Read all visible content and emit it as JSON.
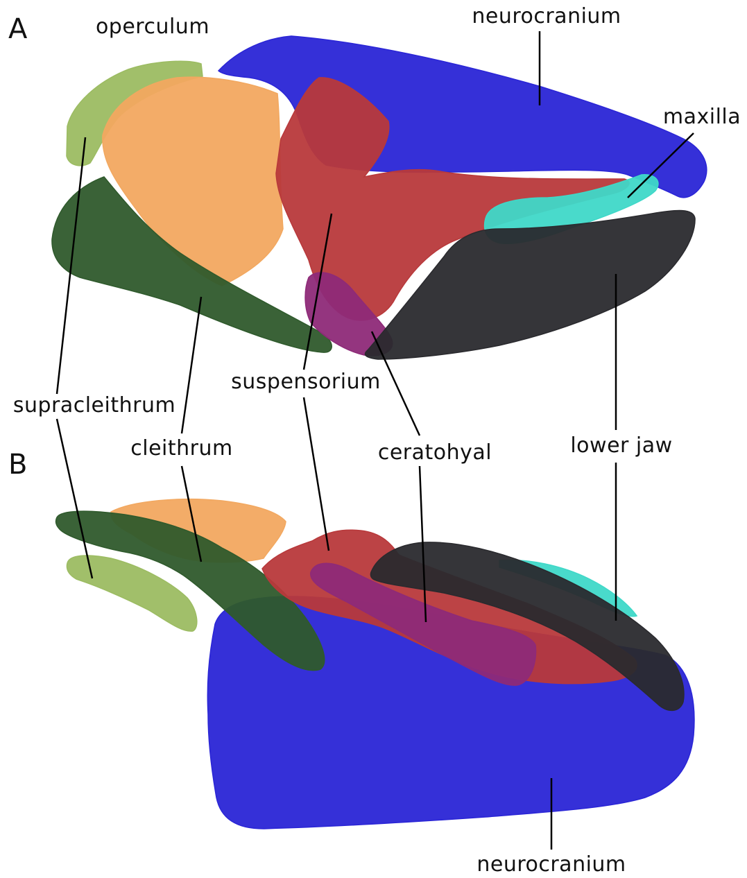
{
  "panels": {
    "a": "A",
    "b": "B"
  },
  "labels": {
    "operculum": "operculum",
    "neurocranium_top": "neurocranium",
    "maxilla": "maxilla",
    "suspensorium": "suspensorium",
    "supracleithrum": "supracleithrum",
    "cleithrum": "cleithrum",
    "ceratohyal": "ceratohyal",
    "lower_jaw": "lower jaw",
    "neurocranium_bottom": "neurocranium"
  },
  "colors": {
    "neurocranium": "#2a25d6",
    "operculum": "#f2a860",
    "supracleithrum": "#9cbc62",
    "cleithrum": "#2f5a2c",
    "suspensorium": "#b8393b",
    "ceratohyal": "#8e2a78",
    "maxilla": "#3fd8c8",
    "lower_jaw": "#2a2a2e"
  }
}
